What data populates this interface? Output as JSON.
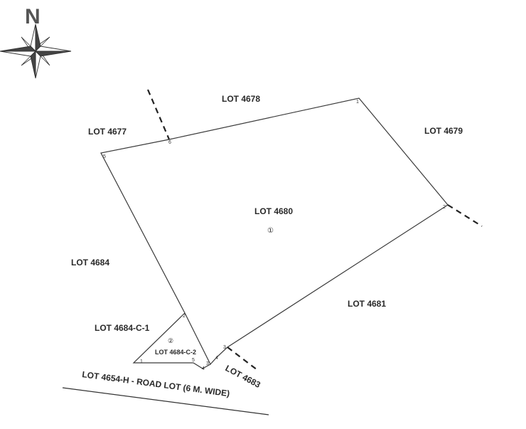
{
  "compass": {
    "letter": "N",
    "icon": "compass-rose-icon"
  },
  "main_lot": {
    "label": "LOT 4680",
    "marker": "①",
    "corners": [
      "1",
      "2",
      "3",
      "4",
      "5",
      "6"
    ]
  },
  "sub_lot": {
    "label": "LOT 4684-C-2",
    "marker": "②",
    "corners": [
      "1",
      "2",
      "3",
      "4",
      "5"
    ]
  },
  "adjacent_lots": {
    "north": "LOT 4678",
    "northwest": "LOT 4677",
    "northeast": "LOT 4679",
    "west": "LOT 4684",
    "southeast": "LOT 4681",
    "southwest": "LOT 4684-C-1",
    "south_small": "LOT 4683"
  },
  "road": {
    "label": "LOT 4654-H - ROAD LOT (6 M. WIDE)"
  },
  "colors": {
    "line": "#3a3a3a",
    "text": "#2a2a2a",
    "background": "#ffffff"
  }
}
